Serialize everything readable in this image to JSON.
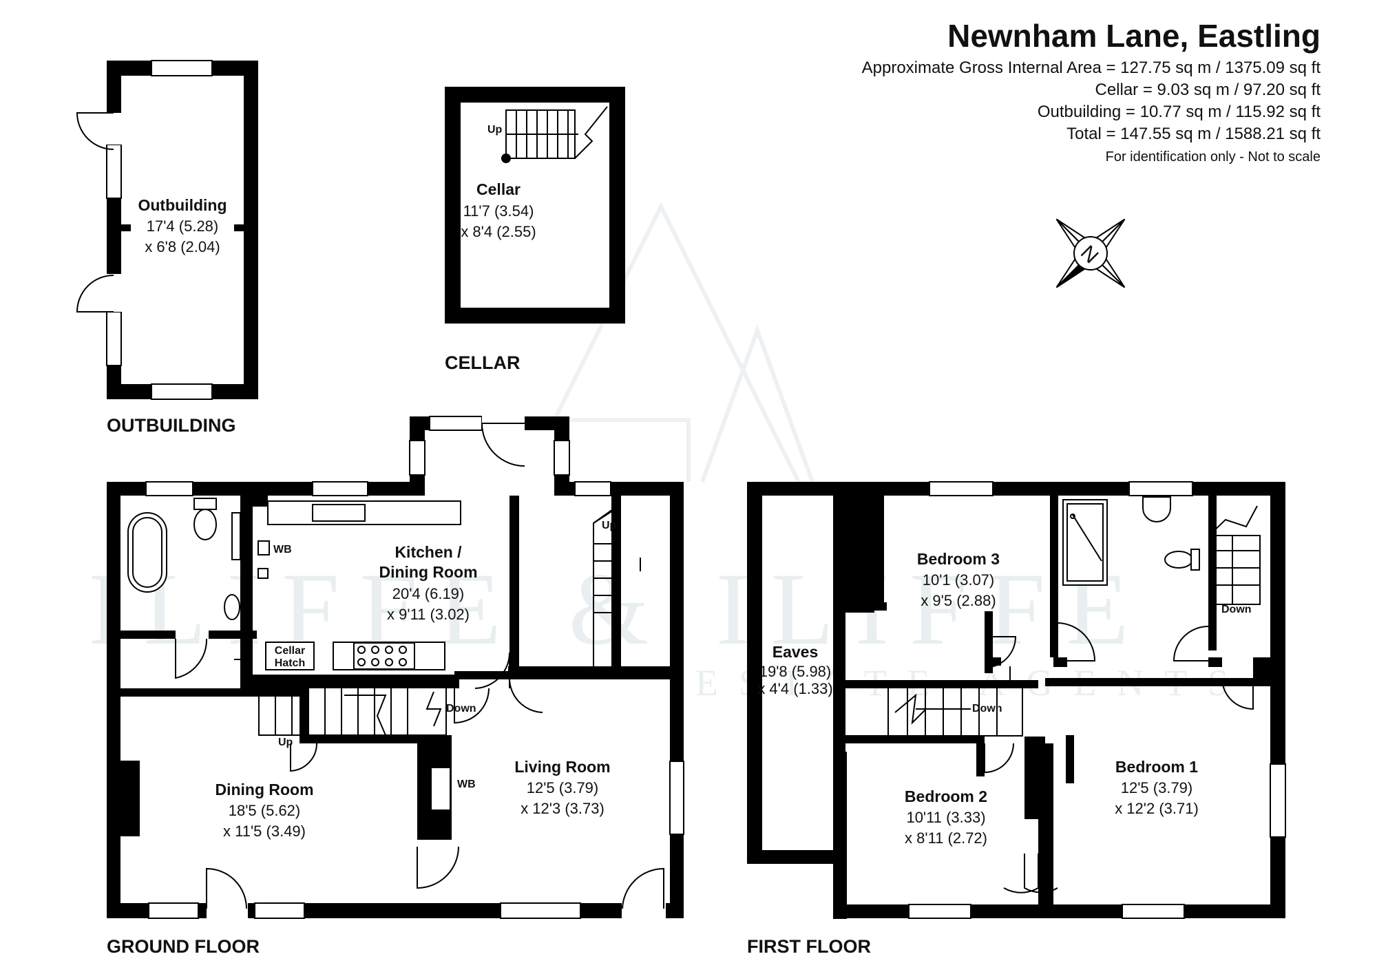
{
  "header": {
    "title": "Newnham Lane, Eastling",
    "lines": [
      "Approximate Gross Internal Area = 127.75 sq m / 1375.09 sq ft",
      "Cellar = 9.03 sq m / 97.20 sq ft",
      "Outbuilding = 10.77 sq m / 115.92 sq ft",
      "Total = 147.55 sq m / 1588.21 sq ft",
      "For identification only - Not to scale"
    ]
  },
  "watermark": {
    "name": "ILIFFE & ILIFFE",
    "sub": "ESTATE AGENTS"
  },
  "compass": {
    "letter": "N"
  },
  "floors": {
    "outbuilding": "OUTBUILDING",
    "cellar": "CELLAR",
    "ground": "GROUND FLOOR",
    "first": "FIRST FLOOR"
  },
  "rooms": {
    "outbuilding": {
      "name": "Outbuilding",
      "dim1": "17'4 (5.28)",
      "dim2": "x 6'8 (2.04)"
    },
    "cellar": {
      "name": "Cellar",
      "dim1": "11'7 (3.54)",
      "dim2": "x 8'4 (2.55)"
    },
    "kitchen": {
      "name1": "Kitchen /",
      "name2": "Dining Room",
      "dim1": "20'4 (6.19)",
      "dim2": "x 9'11 (3.02)"
    },
    "dining": {
      "name": "Dining Room",
      "dim1": "18'5 (5.62)",
      "dim2": "x 11'5 (3.49)"
    },
    "living": {
      "name": "Living Room",
      "dim1": "12'5 (3.79)",
      "dim2": "x 12'3 (3.73)"
    },
    "bedroom3": {
      "name": "Bedroom 3",
      "dim1": "10'1 (3.07)",
      "dim2": "x 9'5 (2.88)"
    },
    "eaves": {
      "name": "Eaves",
      "dim1": "19'8 (5.98)",
      "dim2": "x 4'4 (1.33)"
    },
    "bedroom2": {
      "name": "Bedroom 2",
      "dim1": "10'11 (3.33)",
      "dim2": "x 8'11 (2.72)"
    },
    "bedroom1": {
      "name": "Bedroom 1",
      "dim1": "12'5 (3.79)",
      "dim2": "x 12'2 (3.71)"
    }
  },
  "labels": {
    "up": "Up",
    "down": "Down",
    "wb": "WB",
    "cellar_hatch1": "Cellar",
    "cellar_hatch2": "Hatch"
  }
}
